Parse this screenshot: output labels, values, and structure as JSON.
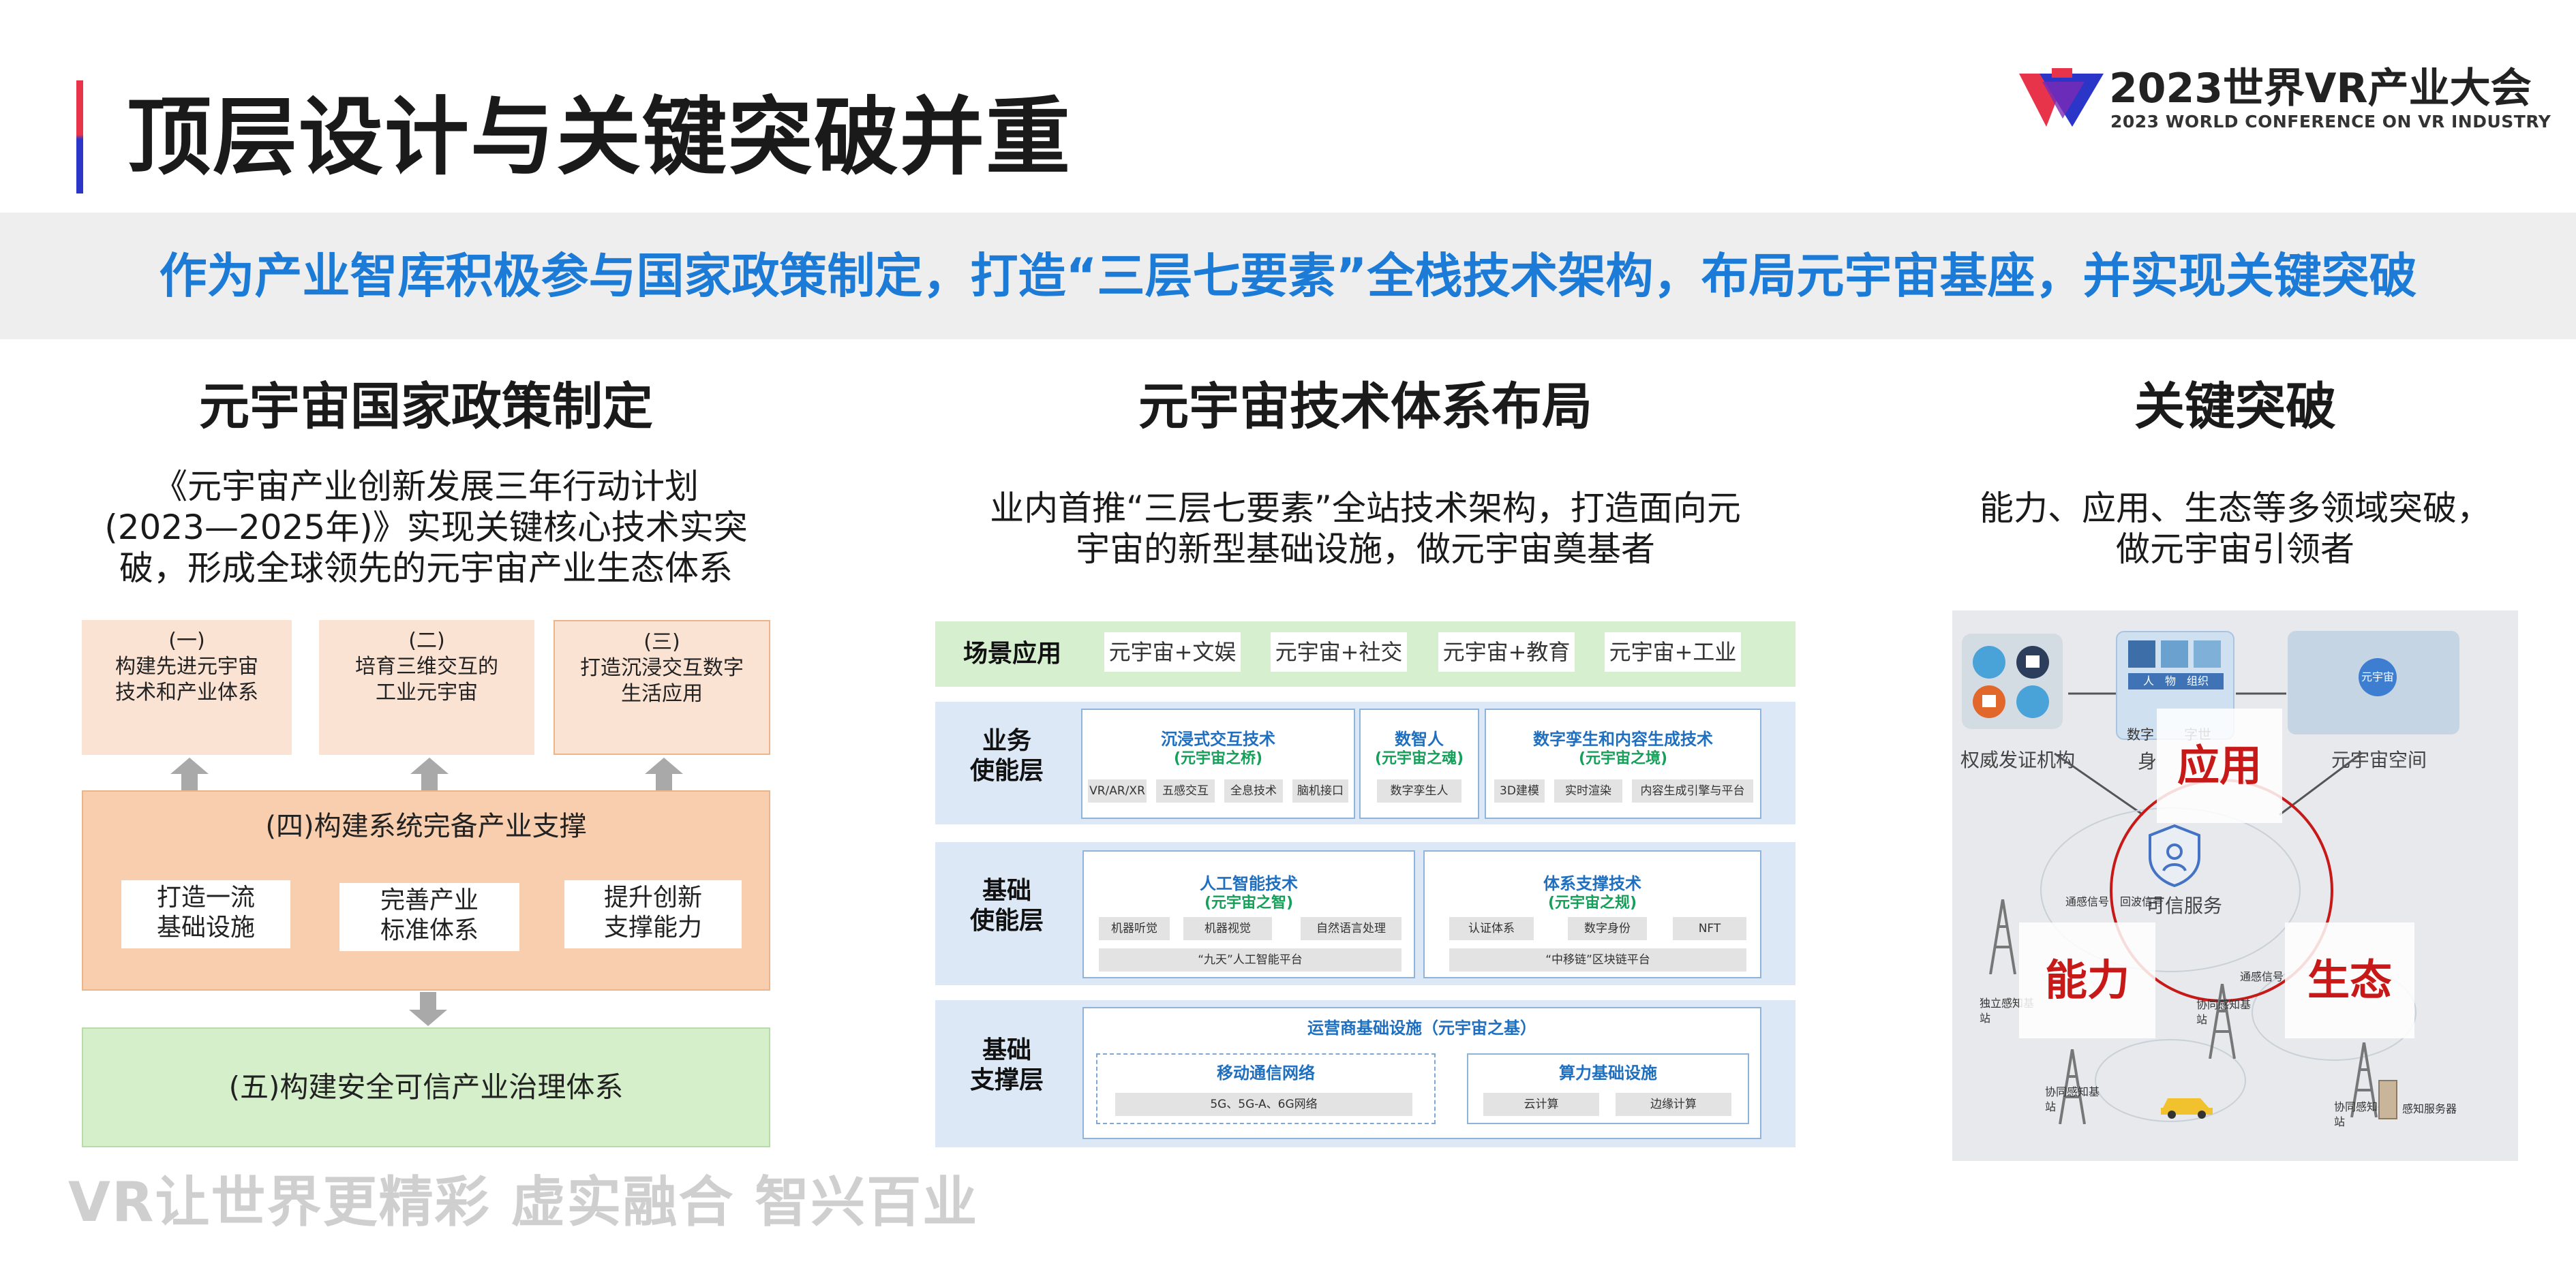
{
  "header": {
    "title": "顶层设计与关键突破并重",
    "logo_main": "2023世界VR产业大会",
    "logo_sub": "2023 WORLD CONFERENCE ON VR INDUSTRY"
  },
  "banner": "作为产业智库积极参与国家政策制定，打造“三层七要素”全栈技术架构，布局元宇宙基座，并实现关键突破",
  "left": {
    "heading": "元宇宙国家政策制定",
    "desc_lines": [
      "《元宇宙产业创新发展三年行动计划",
      "(2023—2025年)》实现关键核心技术实突",
      "破，形成全球领先的元宇宙产业生态体系"
    ],
    "boxes": [
      {
        "num": "(一)",
        "lines": [
          "构建先进元宇宙",
          "技术和产业体系"
        ]
      },
      {
        "num": "(二)",
        "lines": [
          "培育三维交互的",
          "工业元宇宙"
        ]
      },
      {
        "num": "(三)",
        "lines": [
          "打造沉浸交互数字",
          "生活应用"
        ]
      }
    ],
    "support_title": "(四)构建系统完备产业支撑",
    "support_items": [
      {
        "lines": [
          "打造一流",
          "基础设施"
        ]
      },
      {
        "lines": [
          "完善产业",
          "标准体系"
        ]
      },
      {
        "lines": [
          "提升创新",
          "支撑能力"
        ]
      }
    ],
    "governance": "(五)构建安全可信产业治理体系"
  },
  "middle": {
    "heading": "元宇宙技术体系布局",
    "desc_lines": [
      "业内首推“三层七要素”全站技术架构，打造面向元",
      "宇宙的新型基础设施，做元宇宙奠基者"
    ],
    "scene": {
      "label": "场景应用",
      "tags": [
        "元宇宙+文娱",
        "元宇宙+社交",
        "元宇宙+教育",
        "元宇宙+工业"
      ]
    },
    "business": {
      "label_lines": [
        "业务",
        "使能层"
      ],
      "groups": [
        {
          "title": "沉浸式交互技术",
          "sub": "(元宇宙之桥)",
          "chips": [
            "VR/AR/XR",
            "五感交互",
            "全息技术",
            "脑机接口"
          ]
        },
        {
          "title": "数智人",
          "sub": "(元宇宙之魂)",
          "chips": [
            "数字孪生人"
          ]
        },
        {
          "title": "数字孪生和内容生成技术",
          "sub": "(元宇宙之境)",
          "chips": [
            "3D建模",
            "实时渲染",
            "内容生成引擎与平台"
          ]
        }
      ]
    },
    "foundation": {
      "label_lines": [
        "基础",
        "使能层"
      ],
      "groups": [
        {
          "title": "人工智能技术",
          "sub": "(元宇宙之智)",
          "chips": [
            "机器听觉",
            "机器视觉",
            "自然语言处理"
          ],
          "platform": "“九天”人工智能平台"
        },
        {
          "title": "体系支撑技术",
          "sub": "(元宇宙之规)",
          "chips": [
            "认证体系",
            "数字身份",
            "NFT"
          ],
          "platform": "“中移链”区块链平台"
        }
      ]
    },
    "support": {
      "label_lines": [
        "基础",
        "支撑层"
      ],
      "title": "运营商基础设施（元宇宙之基）",
      "groups": [
        {
          "title": "移动通信网络",
          "chips": [
            "5G、5G-A、6G网络"
          ]
        },
        {
          "title": "算力基础设施",
          "chips": [
            "云计算",
            "边缘计算"
          ]
        }
      ]
    }
  },
  "right": {
    "heading": "关键突破",
    "desc_lines": [
      "能力、应用、生态等多领域突破，",
      "做元宇宙引领者"
    ],
    "labels": {
      "authority": "权威发证机构",
      "identity_partial": "身",
      "space": "元宇宙空间",
      "trusted": "可信服务",
      "space_badge": "元宇宙",
      "person": "人　物　组织",
      "digital": "数字",
      "digital2": "字世",
      "sensor1_lines": [
        "独立感知基",
        "站"
      ],
      "sensor2_lines": [
        "协同感知基",
        "站"
      ],
      "sensor3_lines": [
        "协同感知基",
        "站"
      ],
      "sensor4_lines": [
        "协同感知基",
        "站"
      ],
      "server": "感知服务器",
      "signal1": "通感信号",
      "signal2": "回波信号",
      "signal3": "通感信号"
    },
    "words": {
      "application": "应用",
      "capability": "能力",
      "ecology": "生态"
    }
  },
  "footer": {
    "slogan": "VR让世界更精彩  虚实融合 智兴百业"
  },
  "colors": {
    "accent_blue": "#1b7bd6",
    "accent_red": "#c81919",
    "title_bar_red": "#e8344a",
    "title_bar_blue": "#2b35c8"
  }
}
